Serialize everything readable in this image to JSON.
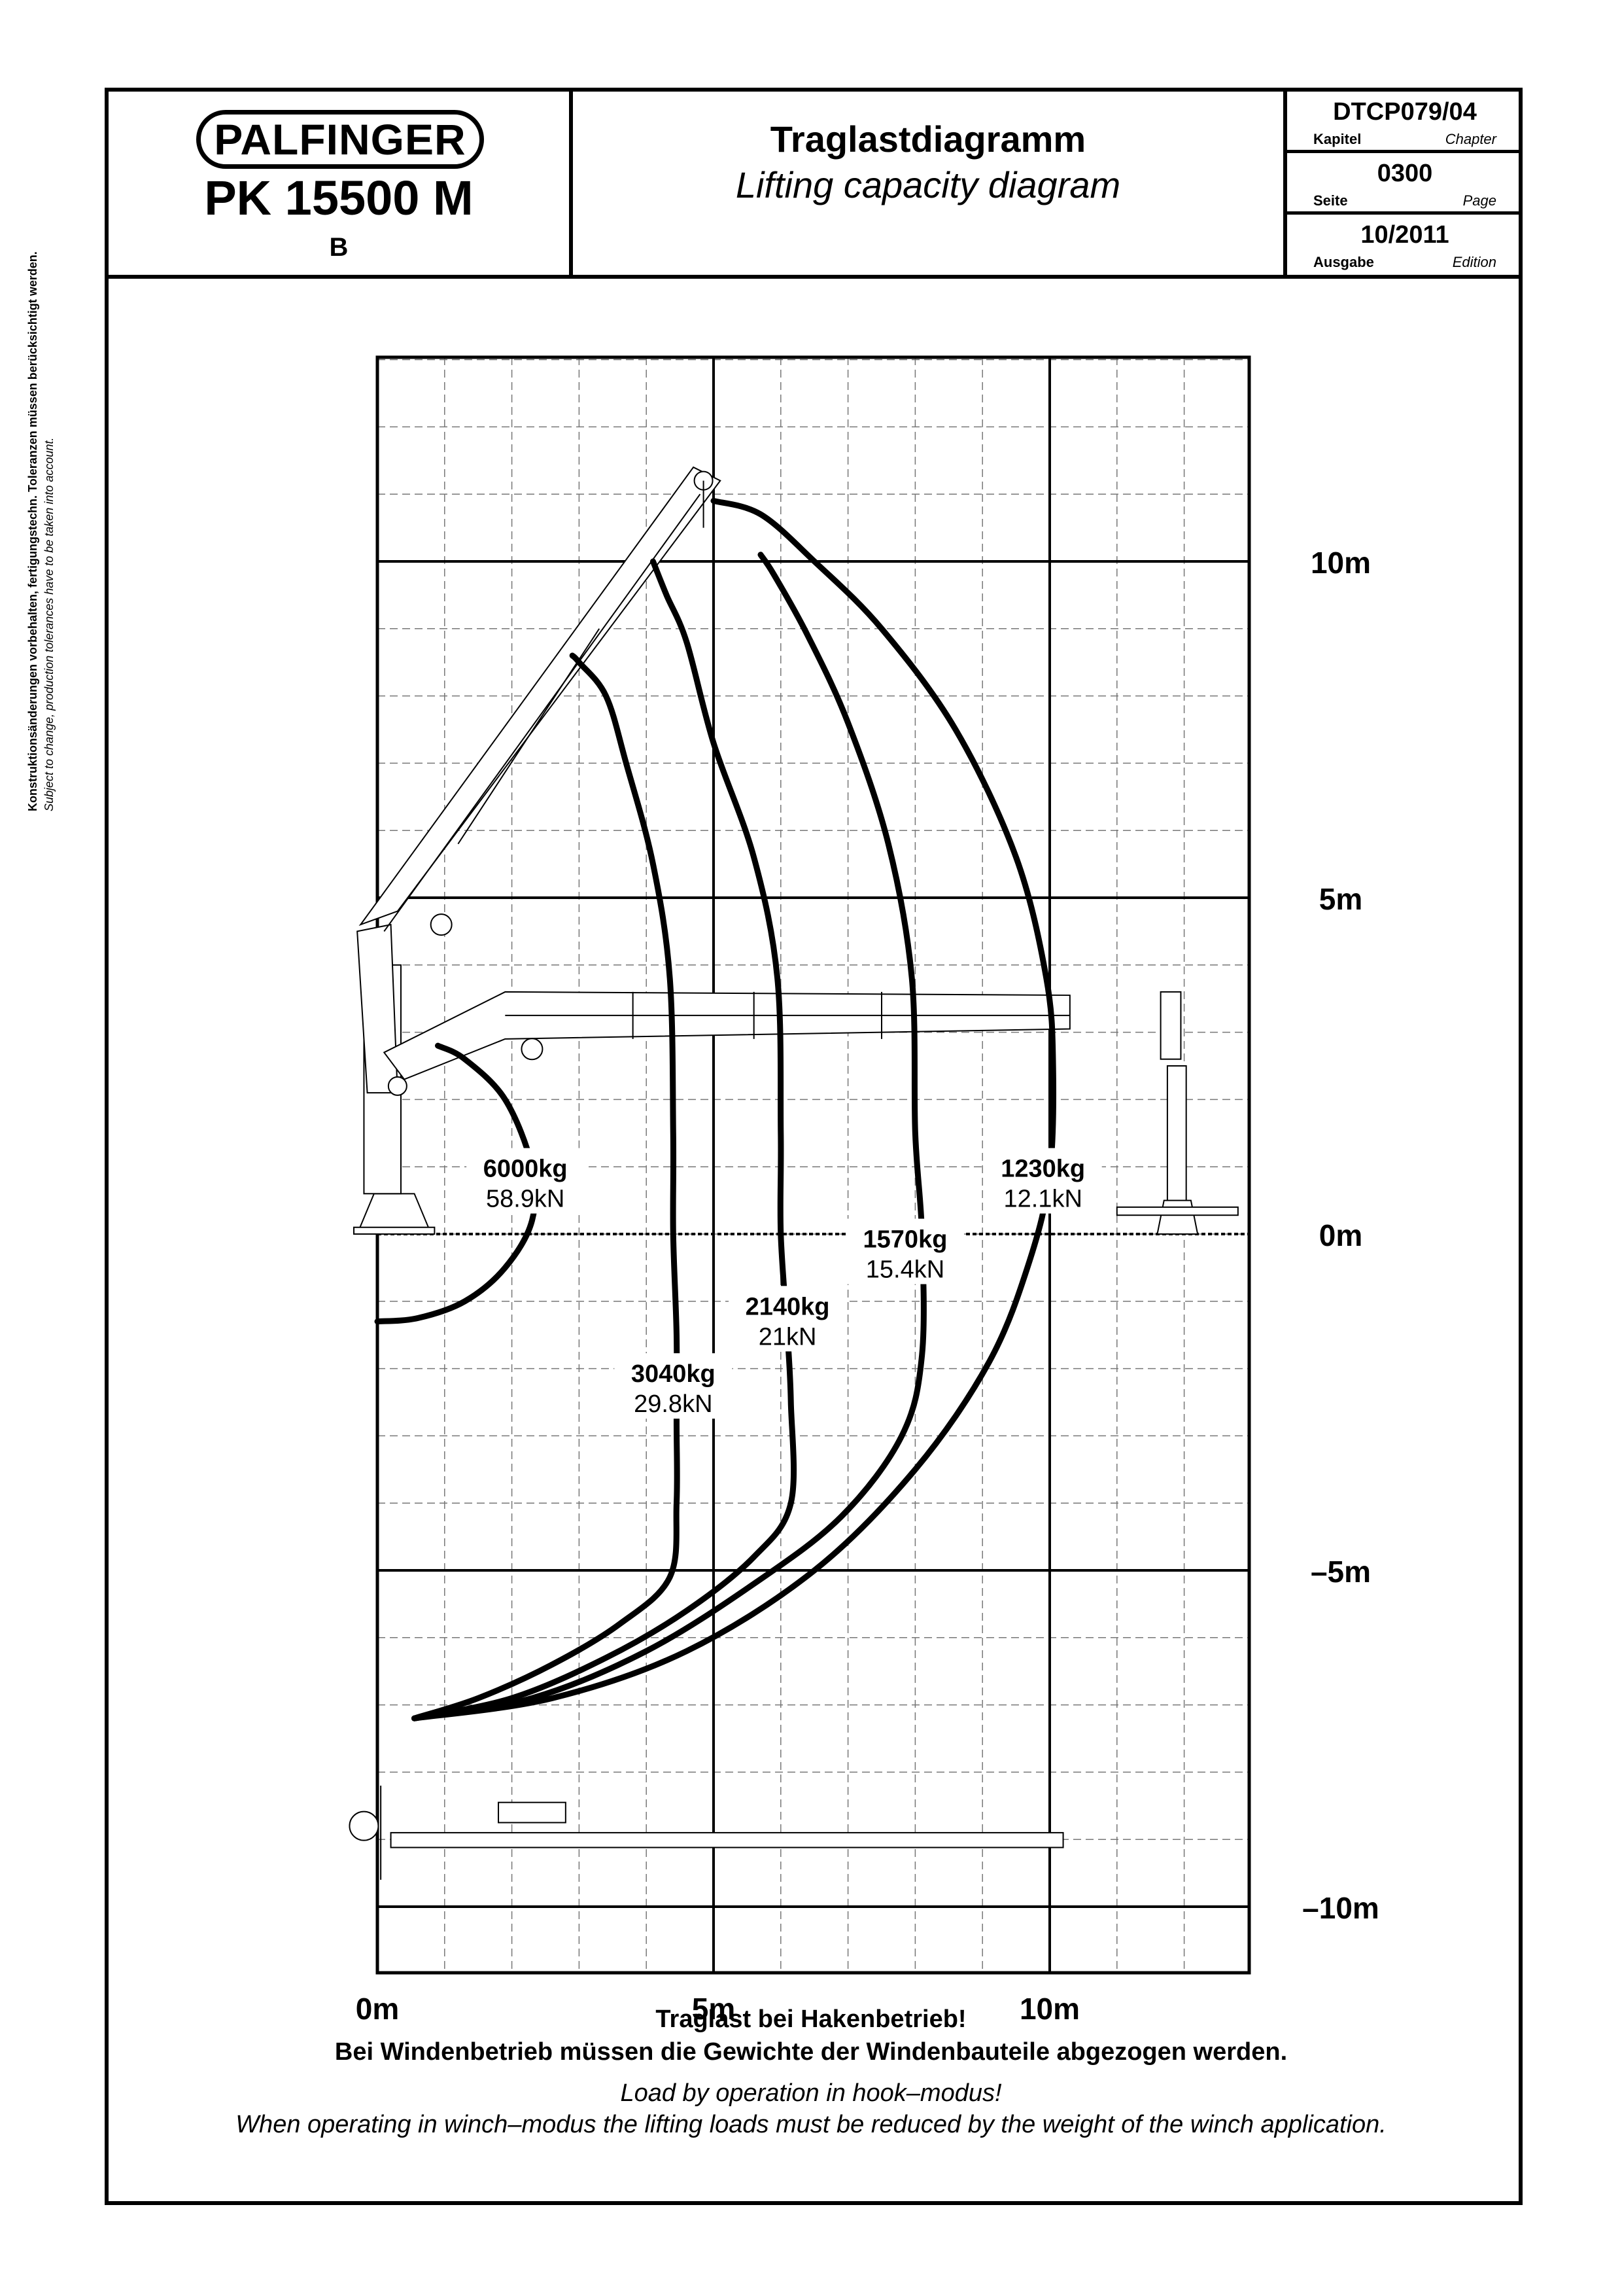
{
  "header": {
    "brand": "PALFINGER",
    "model": "PK 15500 M",
    "variant": "B",
    "title_de": "Traglastdiagramm",
    "title_en": "Lifting capacity diagram",
    "chapter": {
      "value": "DTCP079/04",
      "label_de": "Kapitel",
      "label_en": "Chapter"
    },
    "page": {
      "value": "0300",
      "label_de": "Seite",
      "label_en": "Page"
    },
    "edition": {
      "value": "10/2011",
      "label_de": "Ausgabe",
      "label_en": "Edition"
    }
  },
  "side_note": {
    "de": "Konstruktionsänderungen vorbehalten, fertigungstechn. Toleranzen müssen berücksichtigt werden.",
    "en": "Subject to change, production tolerances have to be taken into account."
  },
  "axes": {
    "x_ticks": [
      {
        "value": 0,
        "label": "0m"
      },
      {
        "value": 5,
        "label": "5m"
      },
      {
        "value": 10,
        "label": "10m"
      }
    ],
    "y_ticks": [
      {
        "value": 10,
        "label": "10m"
      },
      {
        "value": 5,
        "label": "5m"
      },
      {
        "value": 0,
        "label": "0m"
      },
      {
        "value": -5,
        "label": "–5m"
      },
      {
        "value": -10,
        "label": "–10m"
      }
    ],
    "x_range": [
      0,
      13
    ],
    "y_range": [
      -11,
      13
    ]
  },
  "load_zones": [
    {
      "kg": "6000kg",
      "kn": "58.9kN",
      "label_xy": [
        2.2,
        0.85
      ]
    },
    {
      "kg": "3040kg",
      "kn": "29.8kN",
      "label_xy": [
        4.4,
        -2.2
      ]
    },
    {
      "kg": "2140kg",
      "kn": "21kN",
      "label_xy": [
        6.1,
        -1.2
      ]
    },
    {
      "kg": "1570kg",
      "kn": "15.4kN",
      "label_xy": [
        7.85,
        -0.2
      ]
    },
    {
      "kg": "1230kg",
      "kn": "12.1kN",
      "label_xy": [
        9.9,
        0.85
      ]
    }
  ],
  "envelopes": [
    {
      "name": "6000kg",
      "points": [
        [
          0,
          -1.3
        ],
        [
          0.6,
          -1.25
        ],
        [
          1.3,
          -1.0
        ],
        [
          1.9,
          -0.5
        ],
        [
          2.3,
          0.2
        ],
        [
          2.3,
          1.0
        ],
        [
          1.9,
          2.0
        ],
        [
          1.3,
          2.6
        ],
        [
          0.9,
          2.8
        ]
      ]
    },
    {
      "name": "3040kg",
      "points": [
        [
          0.55,
          -7.2
        ],
        [
          1.5,
          -6.9
        ],
        [
          2.6,
          -6.4
        ],
        [
          3.6,
          -5.8
        ],
        [
          4.35,
          -5.1
        ],
        [
          4.45,
          -4.0
        ],
        [
          4.45,
          -2.8
        ],
        [
          4.45,
          -1.5
        ],
        [
          4.4,
          0
        ],
        [
          4.4,
          1.5
        ],
        [
          4.35,
          3.8
        ],
        [
          4.1,
          5.5
        ],
        [
          3.7,
          7.0
        ],
        [
          3.4,
          8.0
        ],
        [
          3.0,
          8.5
        ],
        [
          2.9,
          8.6
        ]
      ]
    },
    {
      "name": "2140kg",
      "points": [
        [
          0.55,
          -7.2
        ],
        [
          2.0,
          -6.9
        ],
        [
          3.4,
          -6.3
        ],
        [
          4.6,
          -5.6
        ],
        [
          5.6,
          -4.8
        ],
        [
          6.15,
          -4.0
        ],
        [
          6.15,
          -2.5
        ],
        [
          6.1,
          -1.5
        ],
        [
          6.0,
          0
        ],
        [
          6.0,
          1.5
        ],
        [
          5.95,
          3.8
        ],
        [
          5.6,
          5.6
        ],
        [
          5.0,
          7.3
        ],
        [
          4.6,
          8.8
        ],
        [
          4.3,
          9.5
        ],
        [
          4.1,
          10.0
        ]
      ]
    },
    {
      "name": "1570kg",
      "points": [
        [
          0.55,
          -7.2
        ],
        [
          2.3,
          -6.9
        ],
        [
          4.0,
          -6.2
        ],
        [
          5.6,
          -5.2
        ],
        [
          6.9,
          -4.2
        ],
        [
          7.8,
          -3.0
        ],
        [
          8.1,
          -1.8
        ],
        [
          8.1,
          0
        ],
        [
          8.0,
          1.5
        ],
        [
          7.95,
          3.8
        ],
        [
          7.6,
          5.8
        ],
        [
          7.0,
          7.6
        ],
        [
          6.4,
          8.9
        ],
        [
          5.9,
          9.8
        ],
        [
          5.7,
          10.1
        ]
      ]
    },
    {
      "name": "1230kg",
      "points": [
        [
          0.55,
          -7.2
        ],
        [
          2.6,
          -6.9
        ],
        [
          4.6,
          -6.2
        ],
        [
          6.5,
          -5.0
        ],
        [
          8.0,
          -3.5
        ],
        [
          9.1,
          -1.9
        ],
        [
          9.7,
          -0.4
        ],
        [
          10.0,
          0.9
        ],
        [
          10.05,
          2.5
        ],
        [
          9.95,
          3.8
        ],
        [
          9.5,
          5.6
        ],
        [
          8.6,
          7.5
        ],
        [
          7.5,
          9.0
        ],
        [
          6.5,
          10.0
        ],
        [
          5.7,
          10.7
        ],
        [
          5.0,
          10.9
        ]
      ]
    }
  ],
  "footer": {
    "de_line1": "Traglast bei Hakenbetrieb!",
    "de_line2": "Bei Windenbetrieb müssen die Gewichte der Windenbauteile abgezogen werden.",
    "en_line1": "Load by operation in hook–modus!",
    "en_line2": "When operating in winch–modus the lifting loads must be reduced by the weight of the winch application."
  }
}
